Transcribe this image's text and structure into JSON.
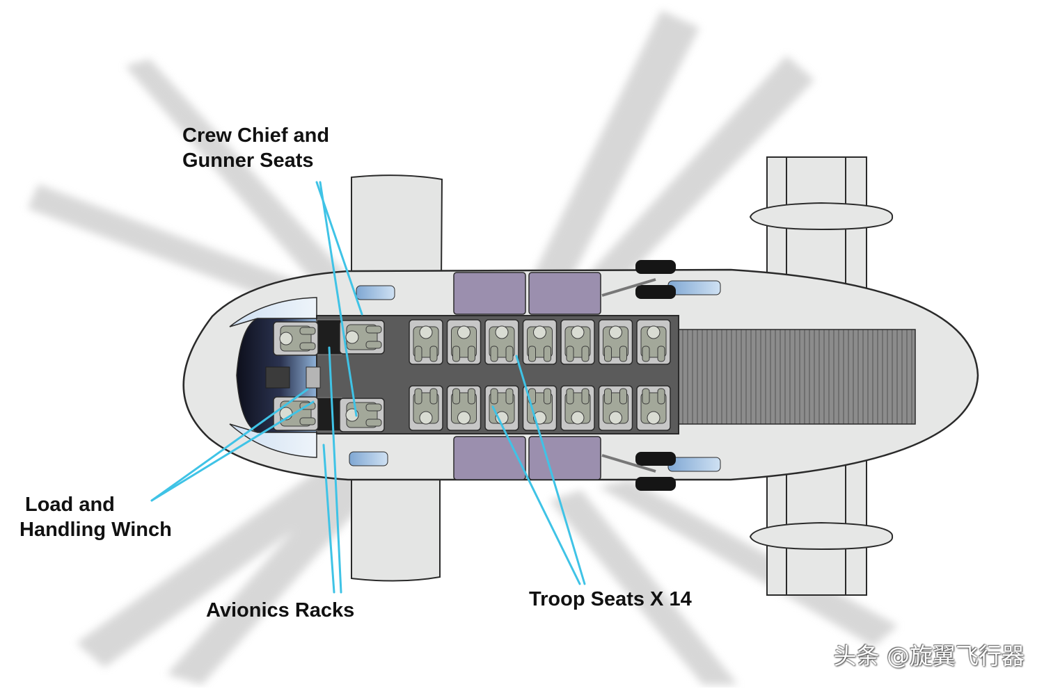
{
  "labels": {
    "crew_chief": [
      "Crew Chief and",
      "Gunner Seats"
    ],
    "load_winch": [
      "Load and",
      "Handling Winch"
    ],
    "avionics": "Avionics Racks",
    "troop_seats": "Troop Seats X 14"
  },
  "watermark": "头条 @旋翼飞行器",
  "colors": {
    "accent": "#3fc3e6",
    "rotor_shadow": "#d6d6d6",
    "fuselage": "#e6e7e6",
    "cabin_floor": "#5b5b5b",
    "fuel_tanks": "#9d90b0",
    "ramp": "#8a8a8a",
    "glass": "#b8d4ee",
    "seat": "#c7c7c7",
    "soldier": "#a3a89a"
  },
  "troop_seat_count": 14
}
